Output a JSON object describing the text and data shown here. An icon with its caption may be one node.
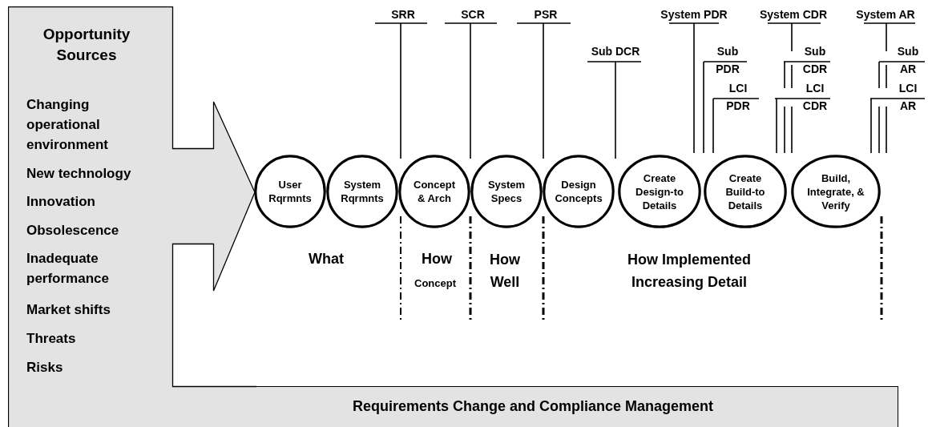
{
  "diagram": {
    "nodes": [
      {
        "text": [
          "Opportunity Sources",
          "Changing operational environment",
          "New technology",
          "Innovation",
          "Obsolescence",
          "Inadequate performance",
          "Market shifts",
          "Threats",
          "Risks"
        ]
      },
      {
        "text": [
          "User Rqrmnts"
        ]
      },
      {
        "text": [
          "System Rqrmnts"
        ]
      },
      {
        "text": [
          "Concept & Arch"
        ]
      },
      {
        "text": [
          "System Specs"
        ]
      },
      {
        "text": [
          "Design Concepts"
        ]
      },
      {
        "text": [
          "Create Design-to Details"
        ]
      },
      {
        "text": [
          "Create Build-to Details"
        ]
      },
      {
        "text": [
          "Build, Integrate, & Verify"
        ]
      },
      {
        "text": [
          "SRR"
        ]
      },
      {
        "text": [
          "SCR"
        ]
      },
      {
        "text": [
          "PSR"
        ]
      },
      {
        "text": [
          "Sub DCR"
        ]
      },
      {
        "text": [
          "System PDR"
        ]
      },
      {
        "text": [
          "Sub",
          "PDR"
        ]
      },
      {
        "text": [
          "LCI",
          "PDR"
        ]
      },
      {
        "text": [
          "System CDR"
        ]
      },
      {
        "text": [
          "Sub",
          "CDR"
        ]
      },
      {
        "text": [
          "LCI",
          "CDR"
        ]
      },
      {
        "text": [
          "System AR"
        ]
      },
      {
        "text": [
          "Sub",
          "AR"
        ]
      },
      {
        "text": [
          "LCI",
          "AR"
        ]
      }
    ],
    "edges": [
      {
        "from": 9,
        "to": null,
        "arrow": "none"
      },
      {
        "from": 10,
        "to": null,
        "arrow": "none"
      },
      {
        "from": 11,
        "to": null,
        "arrow": "none"
      },
      {
        "from": 12,
        "to": null,
        "arrow": "none"
      },
      {
        "from": 13,
        "to": null,
        "arrow": "none"
      },
      {
        "from": 14,
        "to": null,
        "arrow": "none"
      },
      {
        "from": 15,
        "to": null,
        "arrow": "none"
      },
      {
        "from": 16,
        "to": null,
        "arrow": "none"
      },
      {
        "from": 17,
        "to": null,
        "arrow": "none"
      },
      {
        "from": 18,
        "to": null,
        "arrow": "none"
      },
      {
        "from": 19,
        "to": null,
        "arrow": "none"
      },
      {
        "from": 20,
        "to": null,
        "arrow": "none"
      },
      {
        "from": 21,
        "to": null,
        "arrow": "none"
      }
    ],
    "labels": [
      "What",
      "How",
      "Concept",
      "How Well",
      "How Implemented Increasing Detail",
      "Requirements Change and Compliance Management"
    ]
  }
}
